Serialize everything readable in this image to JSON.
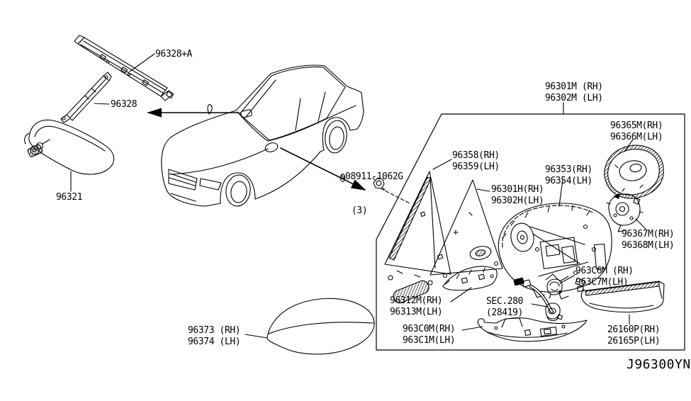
{
  "diagram_code": "J96300YN",
  "colors": {
    "line": "#000000",
    "background": "#ffffff"
  },
  "labels": {
    "rail_a": {
      "l1": "96328+A"
    },
    "bracket": {
      "l1": "96328"
    },
    "inside_mirror": {
      "l1": "96321"
    },
    "nut": {
      "symbol": "N",
      "part": "08911-1062G",
      "qty": "(3)"
    },
    "sail": {
      "l1": "96358(RH)",
      "l2": "96359(LH)"
    },
    "corner_gasket": {
      "l1": "96301H(RH)",
      "l2": "96302H(LH)"
    },
    "mirror_assy": {
      "l1": "96301M (RH)",
      "l2": "96302M (LH)"
    },
    "body": {
      "l1": "96353(RH)",
      "l2": "96354(LH)"
    },
    "glass": {
      "l1": "96365M(RH)",
      "l2": "96366M(LH)"
    },
    "actuator": {
      "l1": "96367M(RH)",
      "l2": "96368M(LH)"
    },
    "grommet": {
      "l1": "963C6M (RH)",
      "l2": "963C7M(LH)"
    },
    "sec280": {
      "l1": "SEC.280",
      "l2": "(28419)"
    },
    "plate": {
      "l1": "96312M(RH)",
      "l2": "96313M(LH)"
    },
    "lower_cover": {
      "l1": "963C0M(RH)",
      "l2": "963C1M(LH)"
    },
    "turn_lamp": {
      "l1": "26160P(RH)",
      "l2": "26165P(LH)"
    },
    "cap": {
      "l1": "96373 (RH)",
      "l2": "96374 (LH)"
    }
  }
}
